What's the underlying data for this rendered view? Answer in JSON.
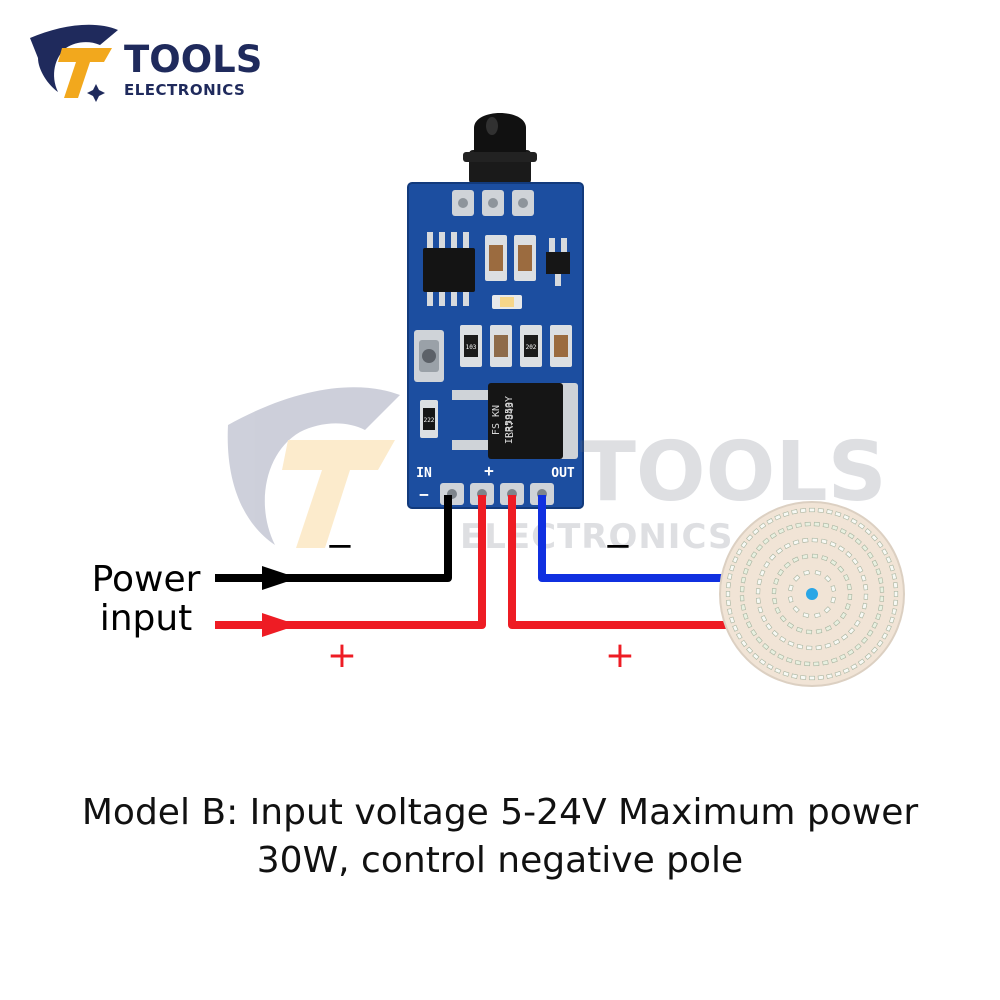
{
  "brand": {
    "name_line1": "TOOLS",
    "name_line2": "ELECTRONICS",
    "watermark_line1": "TOOLS",
    "watermark_line2": "ELECTRONICS",
    "colors": {
      "navy": "#1f2a5c",
      "gold": "#f2a81d"
    }
  },
  "board": {
    "pin_in": "IN",
    "pin_plus": "+",
    "pin_out": "OUT",
    "pin_minus": "−",
    "regulator_marking_1": "LR7843",
    "regulator_marking_2": "IRR5950Y",
    "regulator_marking_3": "FS  KN",
    "resistor_code_1": "222",
    "resistor_code_2": "103",
    "resistor_code_3": "202",
    "colors": {
      "pcb": "#1c4ea0",
      "copper": "#cfd3d8"
    }
  },
  "wiring": {
    "input_label_line1": "Power",
    "input_label_line2": "input",
    "input_minus": "−",
    "input_plus": "+",
    "output_minus": "−",
    "output_plus": "+",
    "colors": {
      "negative": "#000000",
      "positive": "#ee1c24",
      "output_negative": "#1030e0"
    }
  },
  "caption": {
    "line1": "Model B: Input voltage 5-24V Maximum power",
    "line2": "30W, control negative pole"
  }
}
